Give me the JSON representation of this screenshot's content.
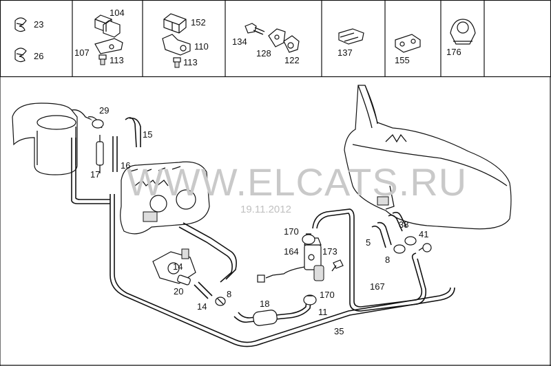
{
  "header_labels": {
    "n23": "23",
    "n26": "26",
    "n104": "104",
    "n107": "107",
    "n113a": "113",
    "n152": "152",
    "n110": "110",
    "n113b": "113",
    "n134": "134",
    "n128": "128",
    "n122": "122",
    "n137": "137",
    "n155": "155",
    "n176": "176"
  },
  "main_labels": {
    "n29": "29",
    "n15": "15",
    "n16": "16",
    "n17": "17",
    "n14a": "14",
    "n20": "20",
    "n14b": "14",
    "n8a": "8",
    "n18": "18",
    "n11": "11",
    "n170a": "170",
    "n170b": "170",
    "n164": "164",
    "n173": "173",
    "n167": "167",
    "n35": "35",
    "n5": "5",
    "n38": "38",
    "n41": "41",
    "n8b": "8"
  },
  "watermark": "WWW.ELCATS.RU",
  "date": "19.11.2012"
}
